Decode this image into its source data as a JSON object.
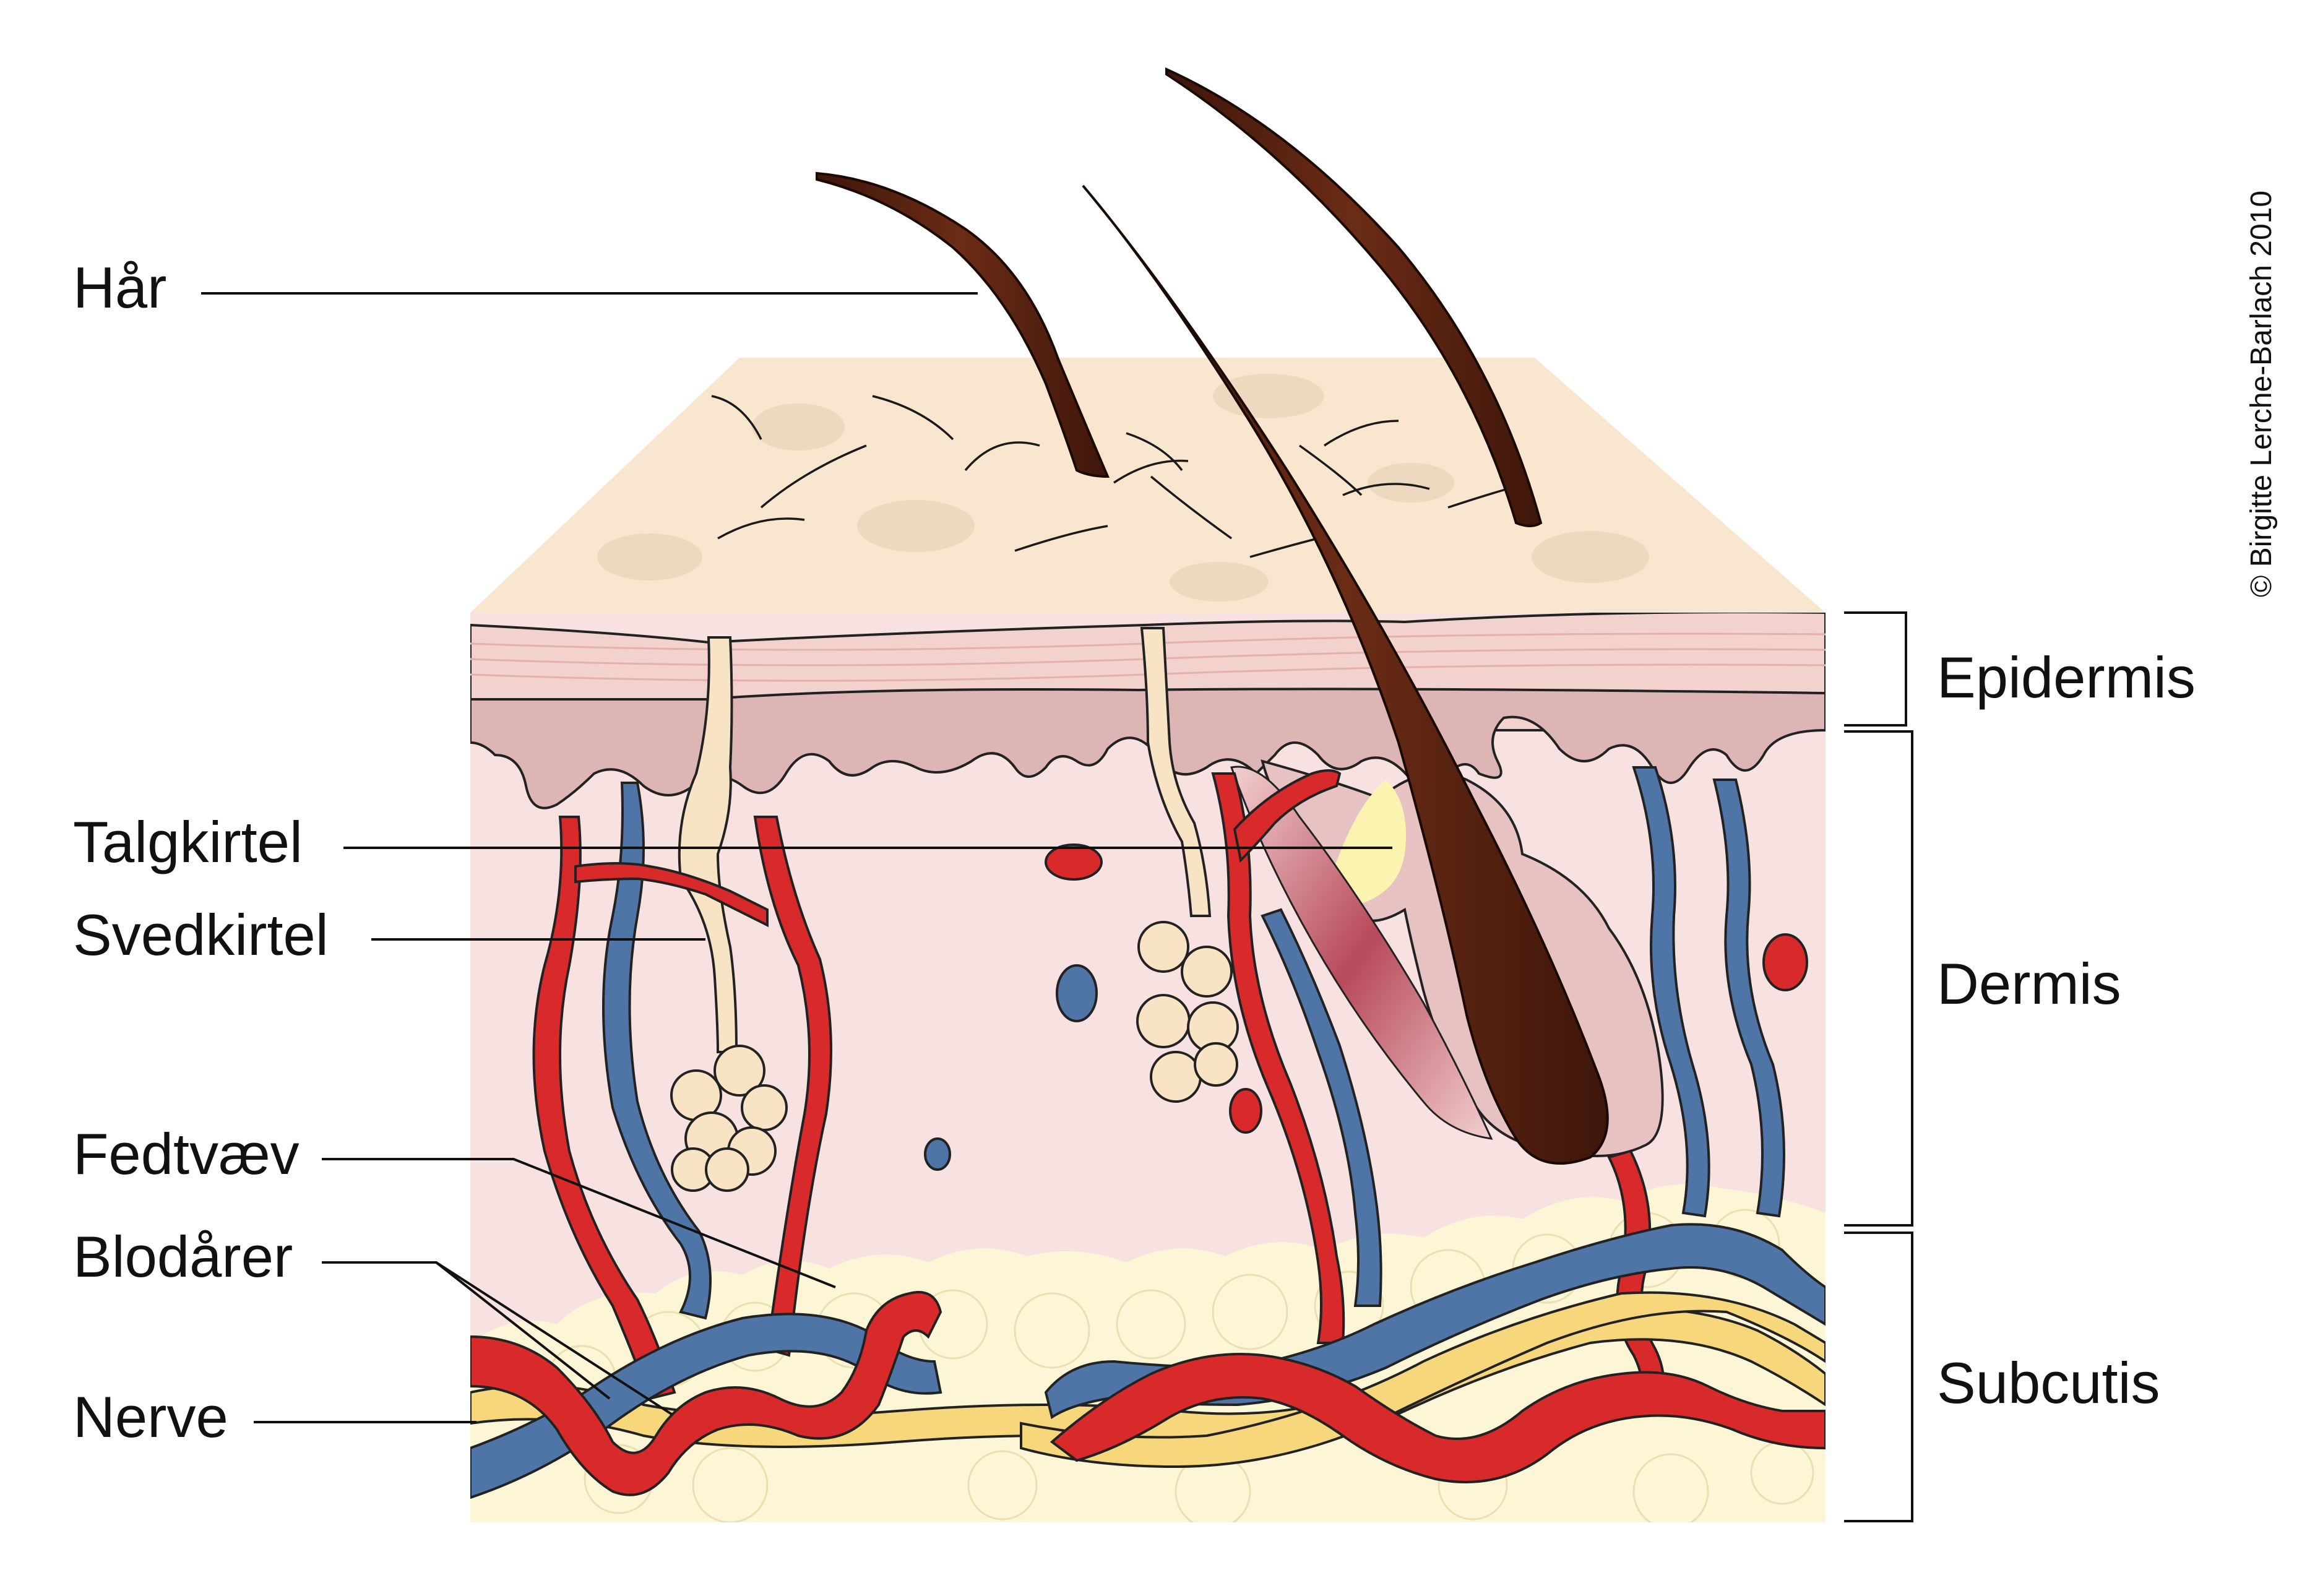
{
  "labels": {
    "har": "Hår",
    "talgkirtel": "Talgkirtel",
    "svedkirtel": "Svedkirtel",
    "fedtvaev": "Fedtvæv",
    "blodarer": "Blodårer",
    "nerve": "Nerve"
  },
  "layers": {
    "epidermis": "Epidermis",
    "dermis": "Dermis",
    "subcutis": "Subcutis"
  },
  "copyright": "© Birgitte Lerche-Barlach 2010",
  "colors": {
    "skin_surface": "#f8e6cf",
    "epidermis": "#f2d2cc",
    "papillae": "#ddb5b5",
    "dermis": "#f7e1e1",
    "fat": "#fcf6d6",
    "artery": "#d82a2a",
    "vein": "#4f74a6",
    "nerve": "#f6d77c",
    "hair": "#5a2412",
    "gland": "#f8e4c4"
  }
}
